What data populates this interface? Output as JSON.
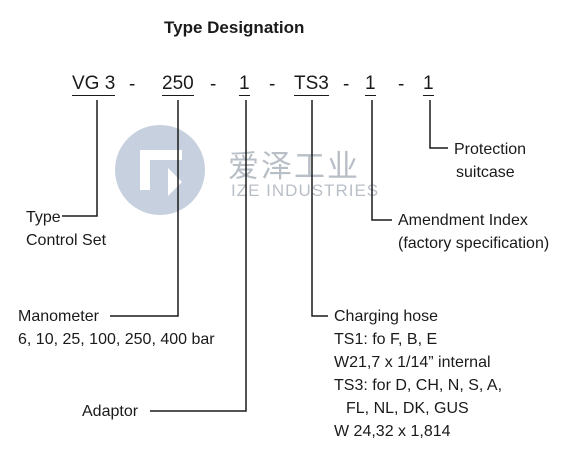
{
  "title": "Type Designation",
  "code": {
    "vg3": "VG 3",
    "dash": "-",
    "pressure": "250",
    "adaptor": "1",
    "hose": "TS3",
    "amendment": "1",
    "case": "1"
  },
  "labels": {
    "type": [
      "Type",
      "Control Set"
    ],
    "manometer": [
      "Manometer",
      "6, 10, 25, 100, 250, 400 bar"
    ],
    "adaptor": "Adaptor",
    "charging": [
      "Charging hose",
      "TS1: fo F, B, E",
      "W21,7 x 1/14” internal",
      "TS3: for D, CH, N, S, A,",
      "FL, NL, DK, GUS",
      "W 24,32 x 1,814"
    ],
    "amendment": [
      "Amendment Index",
      "(factory specification)"
    ],
    "protection": [
      "Protection",
      "suitcase"
    ]
  },
  "watermark": {
    "cn": "爱泽工业",
    "en": "IZE INDUSTRIES",
    "color": "#b9bfc7",
    "logo_color": "#b3c0d3"
  }
}
